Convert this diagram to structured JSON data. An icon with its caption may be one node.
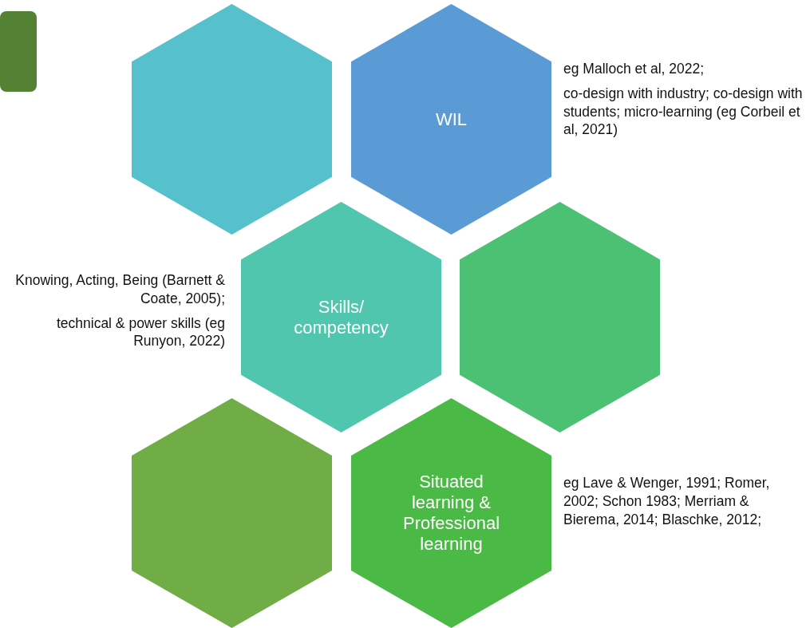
{
  "diagram": {
    "nodes": [
      {
        "text": [],
        "shape": "box"
      },
      {
        "text": [],
        "shape": "hexagon"
      },
      {
        "text": [
          "WIL"
        ],
        "beside": [
          "eg Malloch et al, 2022;",
          "co-design with industry; co-design with students; micro-learning (eg Corbeil et al, 2021)"
        ]
      },
      {
        "text": [
          "Skills/ competency"
        ],
        "beside": [
          "Knowing, Acting, Being (Barnett & Coate, 2005);",
          "technical & power skills (eg Runyon, 2022)"
        ]
      },
      {
        "text": [],
        "shape": "hexagon"
      },
      {
        "text": [],
        "shape": "hexagon"
      },
      {
        "text": [
          "Situated learning & Professional learning"
        ],
        "beside": [
          "eg Lave & Wenger, 1991; Romer, 2002; Schon 1983; Merriam & Bierema, 2014; Blaschke, 2012;"
        ]
      }
    ]
  }
}
